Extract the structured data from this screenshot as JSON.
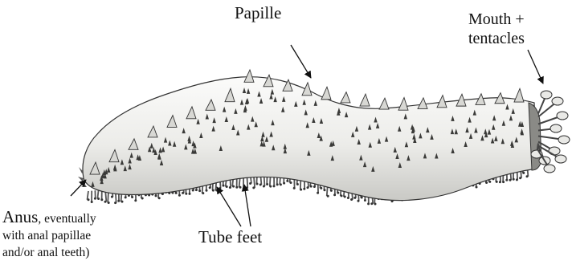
{
  "labels": {
    "papille": "Papille",
    "mouth_line1": "Mouth +",
    "mouth_line2": "tentacles",
    "anus_main": "Anus",
    "anus_rest": ", eventually",
    "anus_line2": "with anal papillae",
    "anus_line3": "and/or anal teeth)",
    "tube_feet": "Tube feet"
  },
  "colors": {
    "body_fill": "#f2f2f0",
    "ink": "#222222",
    "shade": "#9a9a96"
  }
}
